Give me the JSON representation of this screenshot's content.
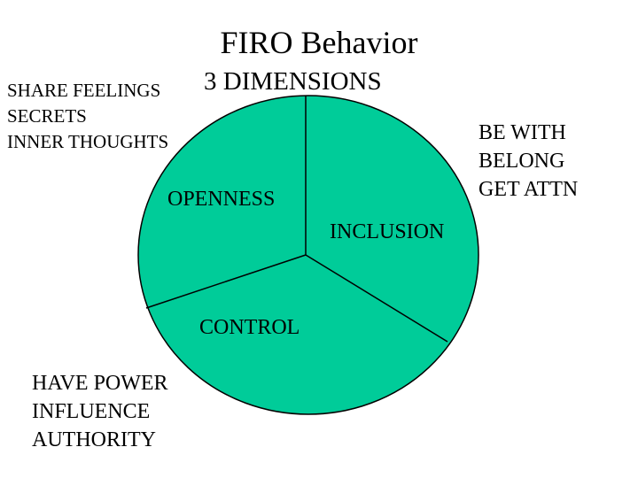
{
  "title": "FIRO  Behavior",
  "subtitle": "3 DIMENSIONS",
  "colors": {
    "pie_fill": "#00CC99",
    "outline": "#000000",
    "background": "#FFFFFF"
  },
  "segments": [
    {
      "label": "OPENNESS"
    },
    {
      "label": "INCLUSION"
    },
    {
      "label": "CONTROL"
    }
  ],
  "notes": {
    "openness": [
      "SHARE FEELINGS",
      "SECRETS",
      "INNER THOUGHTS"
    ],
    "inclusion": [
      "BE WITH",
      "BELONG",
      "GET ATTN"
    ],
    "control": [
      "HAVE POWER",
      "INFLUENCE",
      "AUTHORITY"
    ]
  }
}
